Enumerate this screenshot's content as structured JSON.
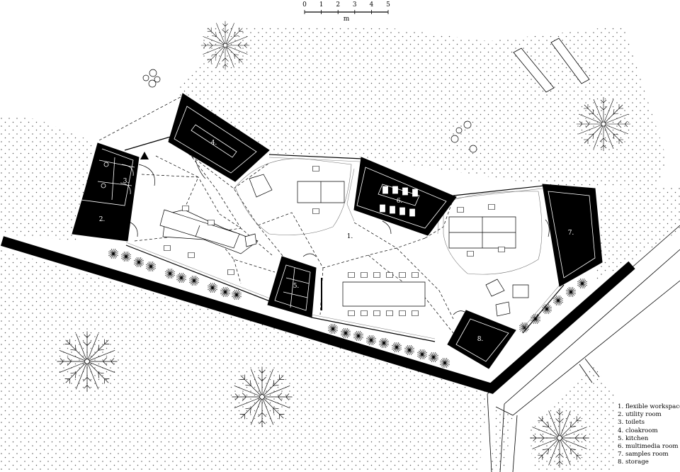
{
  "scale_bar": {
    "ticks": [
      "0",
      "1",
      "2",
      "3",
      "4",
      "5"
    ],
    "unit": "m"
  },
  "rooms": [
    {
      "number": "1.",
      "name": "flexible workspace"
    },
    {
      "number": "2.",
      "name": "utility room"
    },
    {
      "number": "3.",
      "name": "toilets"
    },
    {
      "number": "4.",
      "name": "cloakroom"
    },
    {
      "number": "5.",
      "name": "kitchen"
    },
    {
      "number": "6.",
      "name": "multimedia room"
    },
    {
      "number": "7.",
      "name": "samples room"
    },
    {
      "number": "8.",
      "name": "storage"
    }
  ],
  "colors": {
    "ink": "#000000",
    "paper": "#ffffff",
    "landscape_dots": "#555555",
    "glazing": "#888888"
  },
  "icons": [
    "north-arrow-icon",
    "tree-icon",
    "plant-icon",
    "chair-icon"
  ]
}
